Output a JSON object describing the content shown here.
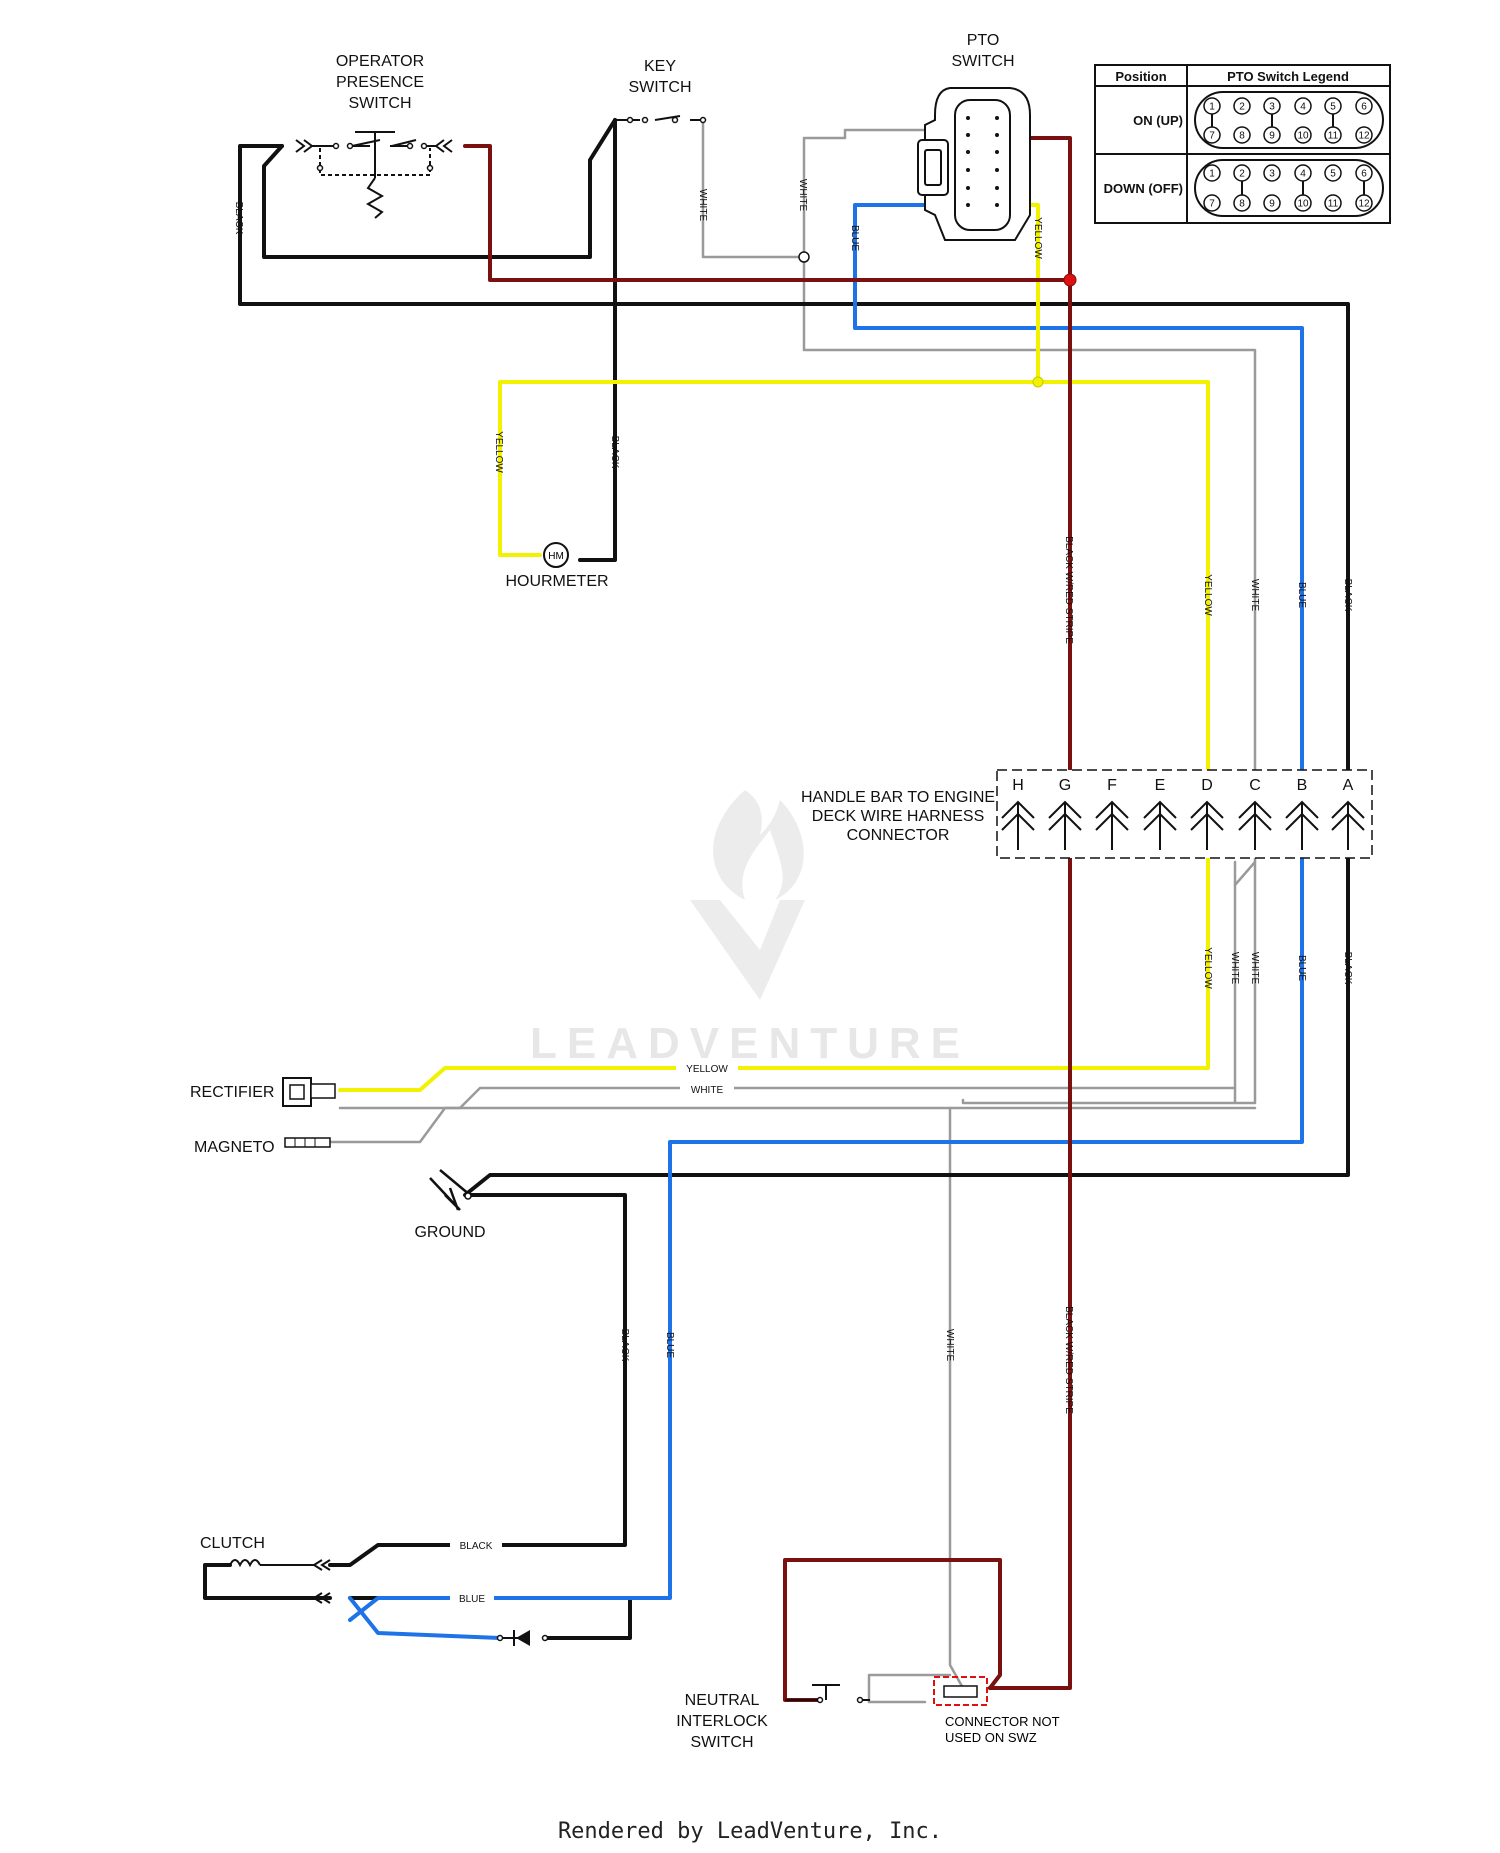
{
  "components": {
    "operator_presence": [
      "OPERATOR",
      "PRESENCE",
      "SWITCH"
    ],
    "key_switch": [
      "KEY",
      "SWITCH"
    ],
    "pto_switch": [
      "PTO",
      "SWITCH"
    ],
    "hourmeter": "HOURMETER",
    "hourmeter_symbol": "HM",
    "harness_connector": [
      "HANDLE BAR TO ENGINE",
      "DECK WIRE HARNESS",
      "CONNECTOR"
    ],
    "rectifier": "RECTIFIER",
    "magneto": "MAGNETO",
    "ground": "GROUND",
    "clutch": "CLUTCH",
    "neutral_interlock": [
      "NEUTRAL",
      "INTERLOCK",
      "SWITCH"
    ],
    "connector_note": [
      "CONNECTOR NOT",
      "USED ON SWZ"
    ]
  },
  "connector_pins": [
    "H",
    "G",
    "F",
    "E",
    "D",
    "C",
    "B",
    "A"
  ],
  "wire_labels": {
    "black": "BLACK",
    "white": "WHITE",
    "blue": "BLUE",
    "yellow": "YELLOW",
    "black_red_stripe": "BLACK W/RED STRIPE"
  },
  "legend": {
    "header_position": "Position",
    "header_legend": "PTO Switch Legend",
    "row_on": "ON (UP)",
    "row_down": "DOWN (OFF)",
    "pins_top": [
      "1",
      "2",
      "3",
      "4",
      "5",
      "6"
    ],
    "pins_bottom": [
      "7",
      "8",
      "9",
      "10",
      "11",
      "12"
    ]
  },
  "watermark": "LEADVENTURE",
  "footer": "Rendered by LeadVenture, Inc.",
  "colors": {
    "black": "#111111",
    "white_wire": "#9a9a9a",
    "blue": "#1e73e8",
    "yellow": "#f2f200",
    "red_stripe": "#7a1010",
    "red_dot": "#e01010"
  }
}
